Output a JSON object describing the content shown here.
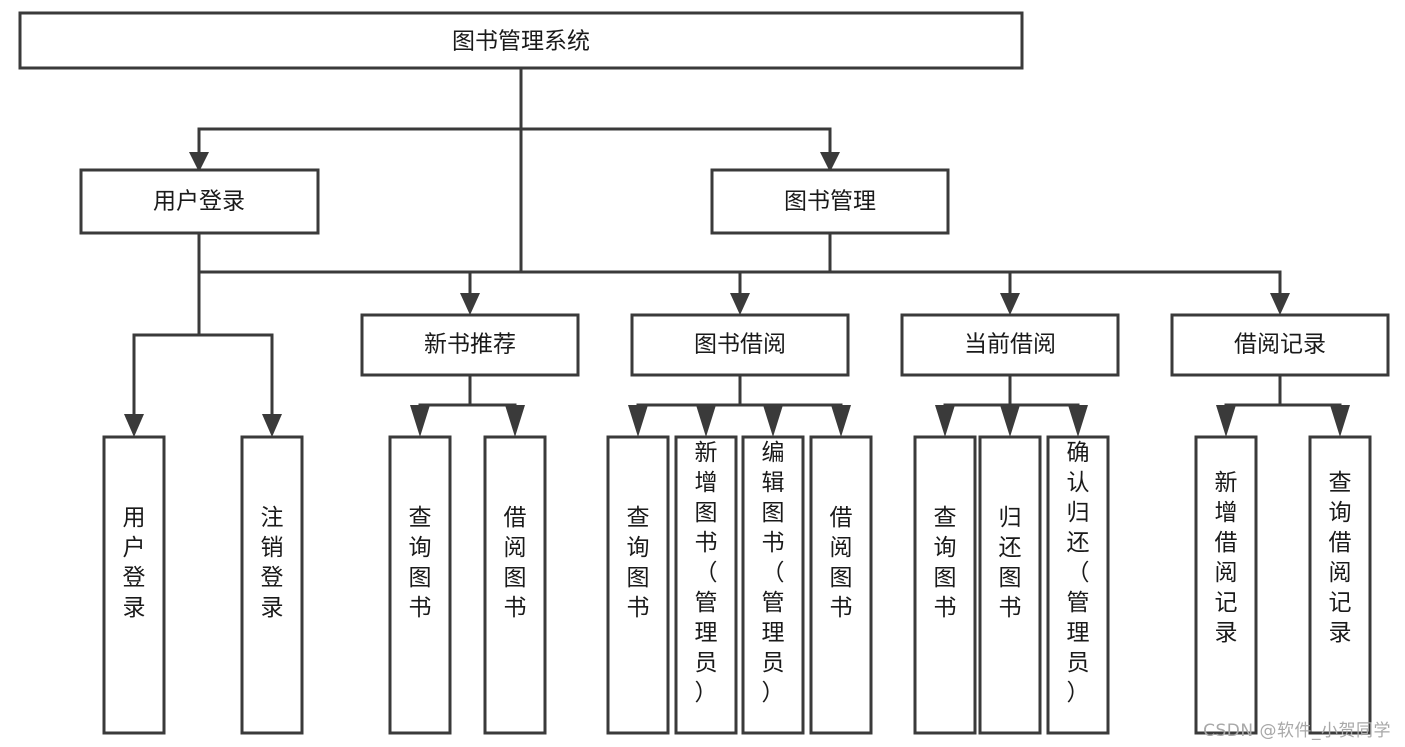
{
  "diagram": {
    "title": "图书管理系统",
    "type": "tree",
    "root": {
      "id": "root",
      "label": "图书管理系统",
      "orientation": "horizontal"
    },
    "level1": [
      {
        "id": "user-login",
        "label": "用户登录",
        "orientation": "horizontal"
      },
      {
        "id": "book-manage",
        "label": "图书管理",
        "orientation": "horizontal"
      }
    ],
    "level2": [
      {
        "id": "new-book-recommend",
        "label": "新书推荐",
        "orientation": "horizontal",
        "parent": "book-manage"
      },
      {
        "id": "book-borrow",
        "label": "图书借阅",
        "orientation": "horizontal",
        "parent": "book-manage"
      },
      {
        "id": "current-borrow",
        "label": "当前借阅",
        "orientation": "horizontal",
        "parent": "book-manage"
      },
      {
        "id": "borrow-record",
        "label": "借阅记录",
        "orientation": "horizontal",
        "parent": "book-manage"
      }
    ],
    "leaves": [
      {
        "id": "leaf-user-login",
        "label": "用户登录",
        "orientation": "vertical",
        "parent": "user-login"
      },
      {
        "id": "leaf-user-logout",
        "label": "注销登录",
        "orientation": "vertical",
        "parent": "user-login"
      },
      {
        "id": "leaf-query-book-1",
        "label": "查询图书",
        "orientation": "vertical",
        "parent": "new-book-recommend"
      },
      {
        "id": "leaf-borrow-book-1",
        "label": "借阅图书",
        "orientation": "vertical",
        "parent": "new-book-recommend"
      },
      {
        "id": "leaf-query-book-2",
        "label": "查询图书",
        "orientation": "vertical",
        "parent": "book-borrow"
      },
      {
        "id": "leaf-add-book",
        "label": "新增图书（管理员）",
        "orientation": "vertical",
        "parent": "book-borrow"
      },
      {
        "id": "leaf-edit-book",
        "label": "编辑图书（管理员）",
        "orientation": "vertical",
        "parent": "book-borrow"
      },
      {
        "id": "leaf-borrow-book-2",
        "label": "借阅图书",
        "orientation": "vertical",
        "parent": "book-borrow"
      },
      {
        "id": "leaf-query-book-3",
        "label": "查询图书",
        "orientation": "vertical",
        "parent": "current-borrow"
      },
      {
        "id": "leaf-return-book",
        "label": "归还图书",
        "orientation": "vertical",
        "parent": "current-borrow"
      },
      {
        "id": "leaf-confirm-return",
        "label": "确认归还（管理员）",
        "orientation": "vertical",
        "parent": "current-borrow"
      },
      {
        "id": "leaf-add-record",
        "label": "新增借阅记录",
        "orientation": "vertical",
        "parent": "borrow-record"
      },
      {
        "id": "leaf-query-record",
        "label": "查询借阅记录",
        "orientation": "vertical",
        "parent": "borrow-record"
      }
    ],
    "colors": {
      "stroke": "#3a3a3a",
      "fill": "#ffffff",
      "text": "#1a1a1a",
      "background": "#ffffff",
      "watermark": "#a8a8a8"
    }
  },
  "watermark": {
    "text": "CSDN @软件_小贺同学"
  }
}
